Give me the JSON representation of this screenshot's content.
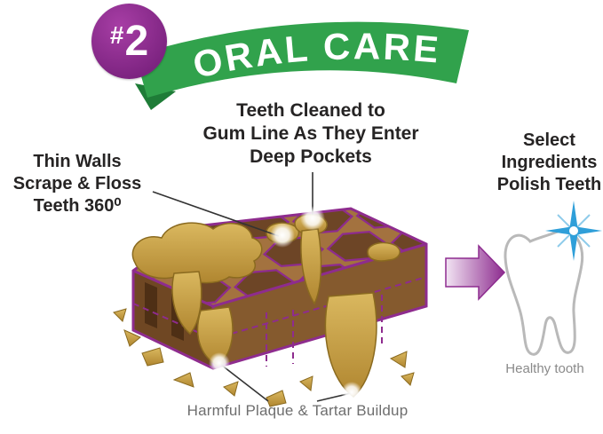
{
  "banner": {
    "badge_hash": "#",
    "badge_number": "2",
    "title": "ORAL CARE"
  },
  "callouts": {
    "teeth_cleaned": "Teeth Cleaned to\nGum Line As They Enter\nDeep Pockets",
    "thin_walls": "Thin Walls\nScrape & Floss\nTeeth 360⁰",
    "select_ingredients": "Select\nIngredients\nPolish Teeth",
    "healthy_tooth": "Healthy tooth",
    "plaque": "Harmful Plaque & Tartar Buildup"
  },
  "icons": {
    "step_badge": "purple-circle-number-badge",
    "ribbon": "green-banner-ribbon",
    "chew": "honeycomb-dental-chew-cutaway",
    "arrow": "right-gradient-arrow",
    "healthy_tooth": "tooth-outline",
    "sparkle": "blue-four-point-star",
    "glow": "white-glow-dot"
  },
  "colors": {
    "ribbon_green": "#31a24c",
    "ribbon_fold_green": "#1e7c37",
    "badge_purple": "#8d2c8f",
    "outline_purple": "#8e2c8e",
    "chew_top": "#a3723f",
    "chew_front_left": "#6f4723",
    "chew_front_right": "#855a2e",
    "cell_brown": "#6d4526",
    "tooth_gold": "#c9a24a",
    "text_dark": "#262424",
    "text_gray": "#6e6e6e",
    "sparkle_blue": "#2f9fd9",
    "tooth_outline_gray": "#b9b9b9"
  }
}
